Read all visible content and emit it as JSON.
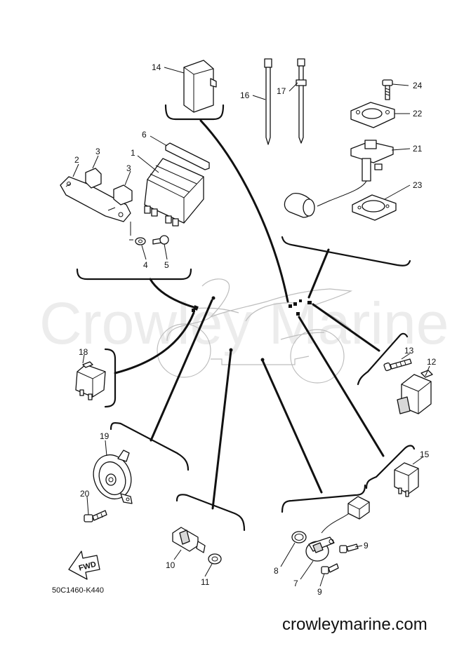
{
  "diagram": {
    "watermark": "Crowley Marine",
    "website": "crowleymarine.com",
    "diagram_code": "50C1460-K440",
    "fwd_label": "FWD",
    "callouts": {
      "c1": "1",
      "c2": "2",
      "c3a": "3",
      "c3b": "3",
      "c4": "4",
      "c5": "5",
      "c6": "6",
      "c7": "7",
      "c8": "8",
      "c9a": "9",
      "c9b": "9",
      "c10": "10",
      "c11": "11",
      "c12": "12",
      "c13": "13",
      "c14": "14",
      "c15": "15",
      "c16": "16",
      "c17": "17",
      "c18": "18",
      "c19": "19",
      "c20": "20",
      "c21": "21",
      "c22": "22",
      "c23": "23",
      "c24": "24"
    }
  },
  "colors": {
    "ink": "#111111",
    "watermark": "#ececec",
    "bike_outline": "#bdbdbd"
  }
}
